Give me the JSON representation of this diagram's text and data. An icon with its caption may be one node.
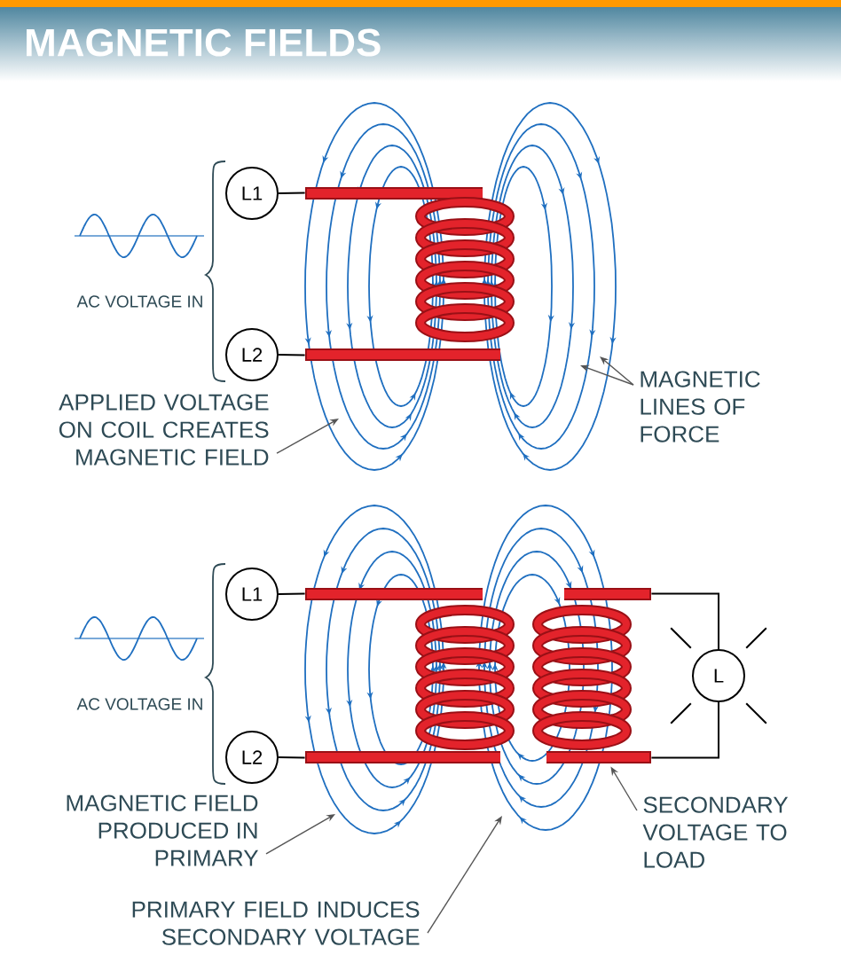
{
  "diagram": {
    "title": "MAGNETIC FIELDS",
    "nodes": [
      {
        "text": [],
        "shape": "coil"
      },
      {
        "text": [
          "L1"
        ]
      },
      {
        "text": [
          "L2"
        ]
      },
      {
        "text": [
          "APPLIED VOLTAGE ON COIL CREATES MAGNETIC FIELD"
        ]
      },
      {
        "text": [
          "MAGNETIC LINES OF FORCE"
        ]
      },
      {
        "text": [],
        "shape": "coil"
      },
      {
        "text": [],
        "shape": "coil"
      },
      {
        "text": [
          "L1"
        ]
      },
      {
        "text": [
          "L2"
        ]
      },
      {
        "text": [
          "L"
        ]
      },
      {
        "text": [
          "MAGNETIC FIELD PRODUCED IN PRIMARY"
        ]
      },
      {
        "text": [
          "SECONDARY VOLTAGE TO LOAD"
        ]
      },
      {
        "text": [
          "PRIMARY FIELD INDUCES SECONDARY VOLTAGE"
        ]
      }
    ],
    "edges": [
      {
        "from": 1,
        "to": 0,
        "arrow": "none"
      },
      {
        "from": 2,
        "to": 0,
        "arrow": "none"
      },
      {
        "from": 3,
        "to": null,
        "arrow": "to"
      },
      {
        "from": 4,
        "to": null,
        "arrow": "to"
      },
      {
        "from": 4,
        "to": null,
        "arrow": "to"
      },
      {
        "from": 7,
        "to": 5,
        "arrow": "none"
      },
      {
        "from": 8,
        "to": 5,
        "arrow": "none"
      },
      {
        "from": 6,
        "to": 9,
        "arrow": "none"
      },
      {
        "from": 6,
        "to": 9,
        "arrow": "none"
      },
      {
        "from": 10,
        "to": null,
        "arrow": "to"
      },
      {
        "from": 11,
        "to": 6,
        "arrow": "to"
      },
      {
        "from": 12,
        "to": null,
        "arrow": "to"
      }
    ],
    "labels": [
      "AC VOLTAGE IN",
      "AC VOLTAGE IN"
    ]
  }
}
